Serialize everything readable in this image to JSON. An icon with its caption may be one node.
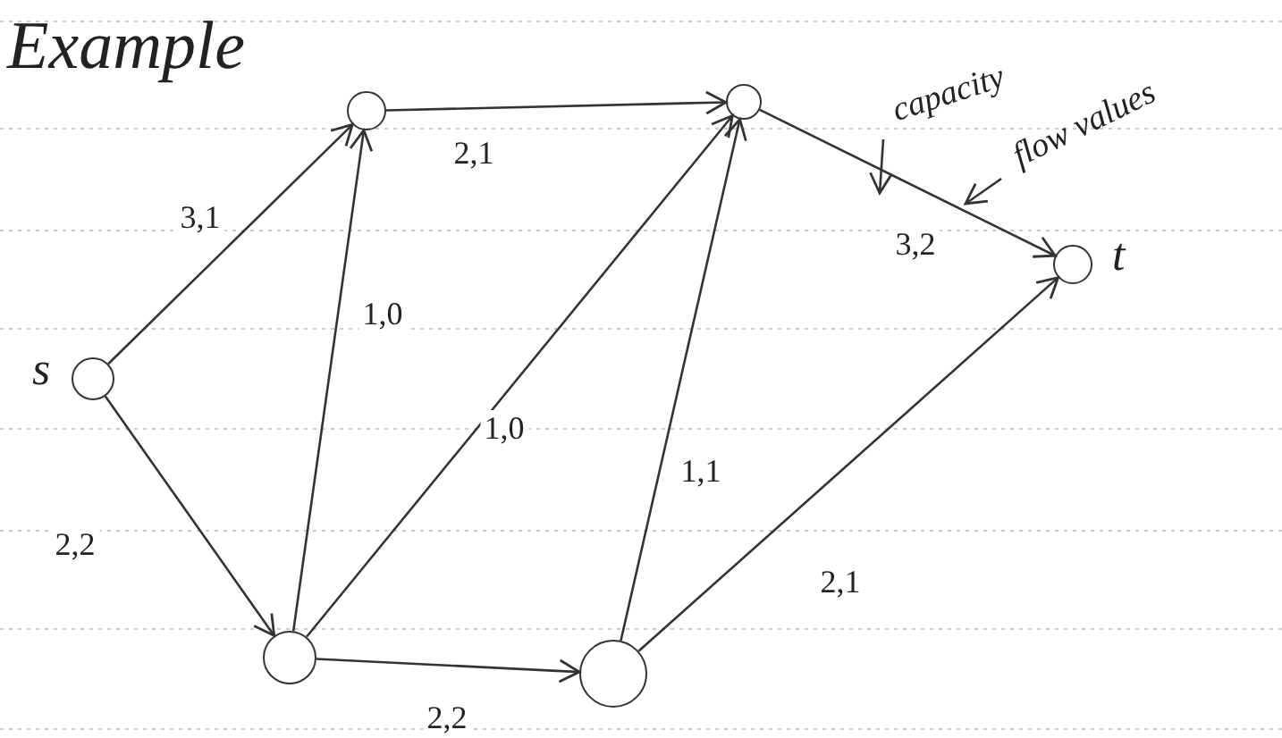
{
  "diagram": {
    "title": "Example",
    "nodes": [
      {
        "text": [],
        "shape": "circle",
        "beside": [
          "s"
        ]
      },
      {
        "text": [],
        "shape": "circle"
      },
      {
        "text": [],
        "shape": "circle"
      },
      {
        "text": [],
        "shape": "circle",
        "beside": [
          "t"
        ]
      },
      {
        "text": [],
        "shape": "circle"
      },
      {
        "text": [],
        "shape": "circle"
      },
      {
        "text": [
          "capacity"
        ]
      },
      {
        "text": [
          "flow values"
        ]
      }
    ],
    "edges": [
      {
        "from": 0,
        "to": 1,
        "arrow": "to",
        "label": "3,1"
      },
      {
        "from": 1,
        "to": 2,
        "arrow": "to",
        "label": "2,1"
      },
      {
        "from": 0,
        "to": 4,
        "arrow": "to",
        "label": "2,2"
      },
      {
        "from": 4,
        "to": 1,
        "arrow": "to",
        "label": "1,0"
      },
      {
        "from": 4,
        "to": 2,
        "arrow": "to",
        "label": "1,0"
      },
      {
        "from": 4,
        "to": 5,
        "arrow": "to",
        "label": "2,2"
      },
      {
        "from": 5,
        "to": 2,
        "arrow": "to",
        "label": "1,1"
      },
      {
        "from": 2,
        "to": 3,
        "arrow": "to",
        "label": "3,2"
      },
      {
        "from": 5,
        "to": 3,
        "arrow": "to",
        "label": "2,1"
      },
      {
        "from": 6,
        "to": null,
        "arrow": "to"
      },
      {
        "from": 7,
        "to": null,
        "arrow": "to"
      }
    ]
  }
}
